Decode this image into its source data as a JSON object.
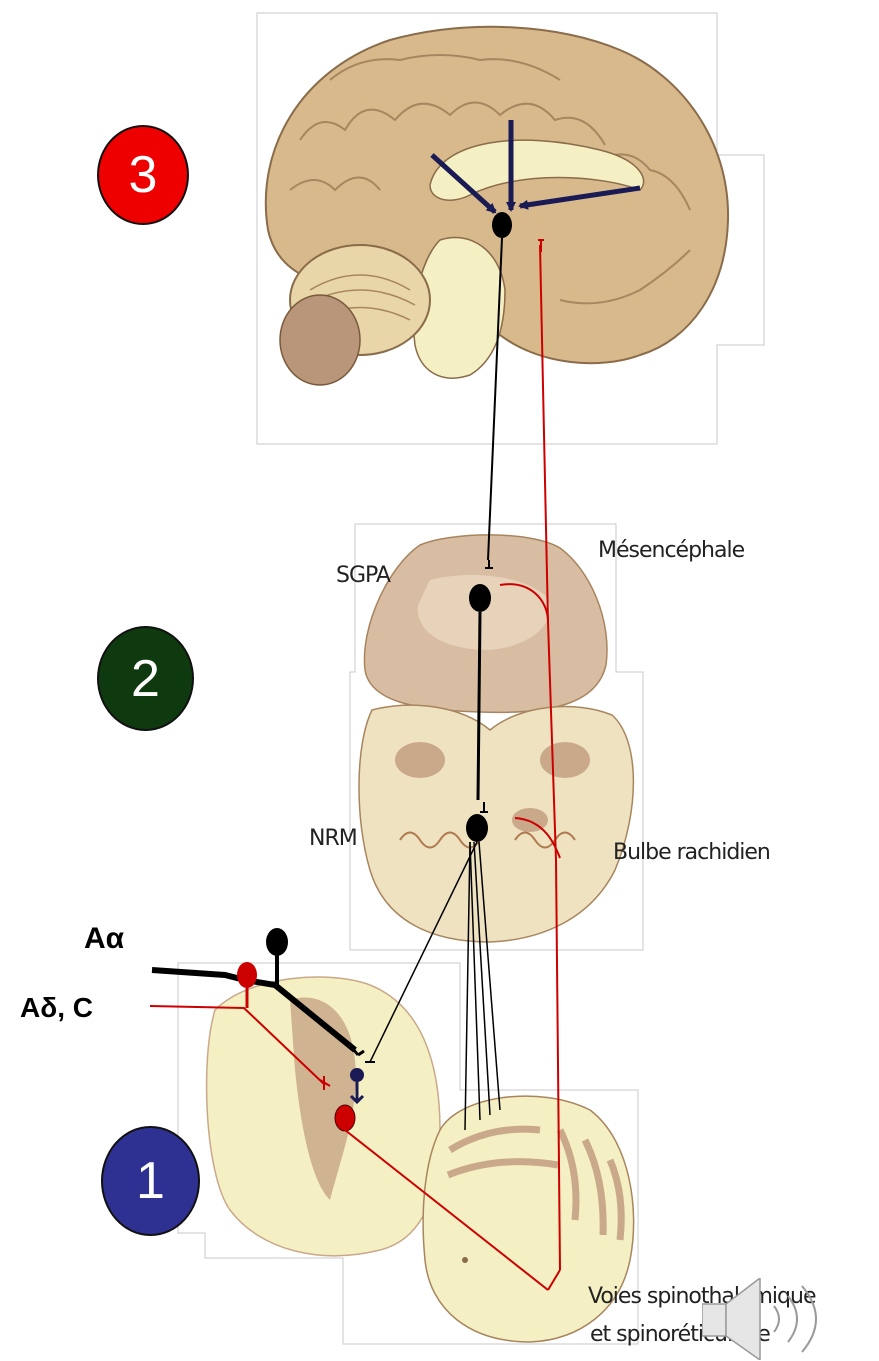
{
  "levels": [
    {
      "number": "3",
      "color": "#ee0000"
    },
    {
      "number": "2",
      "color": "#0f3a0f"
    },
    {
      "number": "1",
      "color": "#2e3192"
    }
  ],
  "labels": {
    "sgpa": "SGPA",
    "mesencephale": "Mésencéphale",
    "nrm": "NRM",
    "bulbe": "Bulbe rachidien",
    "fiber_a_alpha": "Aα",
    "fiber_a_delta_c": "Aδ, C",
    "voies_line1": "Voies spinothalamique",
    "voies_line2": "et spinoréticulaire"
  },
  "colors": {
    "pathway_black": "#000000",
    "pathway_red": "#cc0000",
    "arrow_navy": "#1a1a55",
    "tissue_light": "#f5efc4",
    "tissue_brown": "#c9a98a"
  },
  "icons": {
    "speaker": "speaker-icon"
  }
}
